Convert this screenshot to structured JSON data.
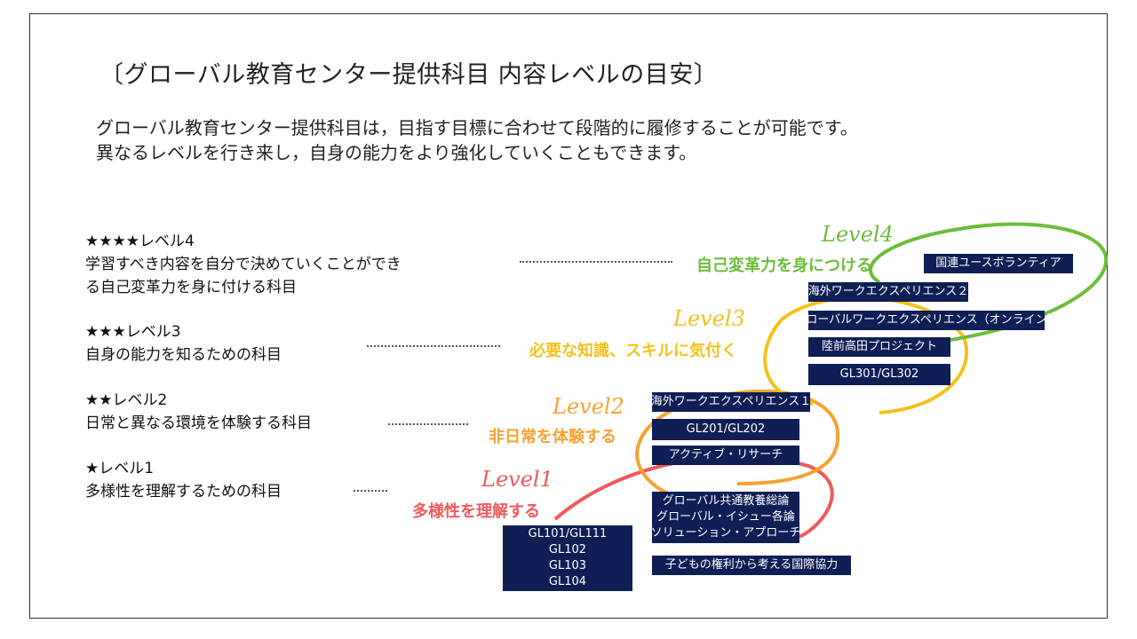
{
  "title": "〔グローバル教育センター提供科目 内容レベルの目安〕",
  "intro": {
    "line1": "グローバル教育センター提供科目は，目指す目標に合わせて段階的に履修することが可能です。",
    "line2": "異なるレベルを行き来し，自身の能力をより強化していくこともできます。"
  },
  "levels": [
    {
      "stars": "★★★★レベル4",
      "desc_lines": [
        "学習すべき内容を自分で決めていくことができ",
        "る自己変革力を身に付ける科目"
      ],
      "tag": "Level4",
      "caption": "自己変革力を身につける",
      "color": "#6cbd3b"
    },
    {
      "stars": "★★★レベル3",
      "desc_lines": [
        "自身の能力を知るための科目"
      ],
      "tag": "Level3",
      "caption": "必要な知識、スキルに気付く",
      "color": "#f2c21b"
    },
    {
      "stars": "★★レベル2",
      "desc_lines": [
        "日常と異なる環境を体験する科目"
      ],
      "tag": "Level2",
      "caption": "非日常を体験する",
      "color": "#f5a332"
    },
    {
      "stars": "★レベル1",
      "desc_lines": [
        "多様性を理解するための科目"
      ],
      "tag": "Level1",
      "caption": "多様性を理解する",
      "color": "#ef5a5a"
    }
  ],
  "courses": {
    "un_youth": "国連ユースボランティア",
    "overseas_2": "海外ワークエクスペリエンス２",
    "global_online": "グローバルワークエクスペリエンス（オンライン）",
    "rikuzentakata": "陸前高田プロジェクト",
    "gl301": "GL301/GL302",
    "overseas_1": "海外ワークエクスペリエンス１",
    "gl201": "GL201/GL202",
    "active_research": "アクティブ・リサーチ",
    "global_liberal": [
      "グローバル共通教養総論",
      "グローバル・イシュー各論",
      "ソリューション・アプローチ"
    ],
    "gl1xx": [
      "GL101/GL111",
      "GL102",
      "GL103",
      "GL104"
    ],
    "child_rights": "子どもの権利から考える国際協力"
  },
  "colors": {
    "course_bg": "#0f1e55",
    "frame": "#333333"
  }
}
